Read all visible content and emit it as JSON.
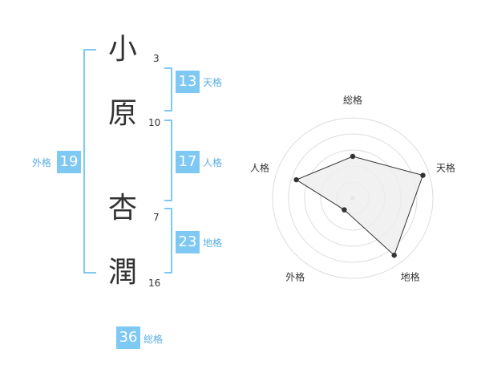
{
  "name": {
    "chars": [
      {
        "char": "小",
        "strokes": "3"
      },
      {
        "char": "原",
        "strokes": "10"
      },
      {
        "char": "杏",
        "strokes": "7"
      },
      {
        "char": "潤",
        "strokes": "16"
      }
    ]
  },
  "fortunes": {
    "tenkaku": {
      "value": "13",
      "label": "天格"
    },
    "jinkaku": {
      "value": "17",
      "label": "人格"
    },
    "chikaku": {
      "value": "23",
      "label": "地格"
    },
    "gaikaku": {
      "value": "19",
      "label": "外格"
    },
    "soukaku": {
      "value": "36",
      "label": "総格"
    }
  },
  "colors": {
    "accent": "#7ec8f4",
    "label": "#5aaee6",
    "text": "#333333",
    "grid": "#dddddd",
    "fill": "#eeeeee"
  },
  "chart_data": {
    "type": "radar",
    "axes": [
      "総格",
      "天格",
      "地格",
      "外格",
      "人格"
    ],
    "values": [
      2.6,
      4.6,
      4.4,
      0.9,
      3.7
    ],
    "range": [
      0,
      5
    ],
    "grid_rings": 5
  }
}
